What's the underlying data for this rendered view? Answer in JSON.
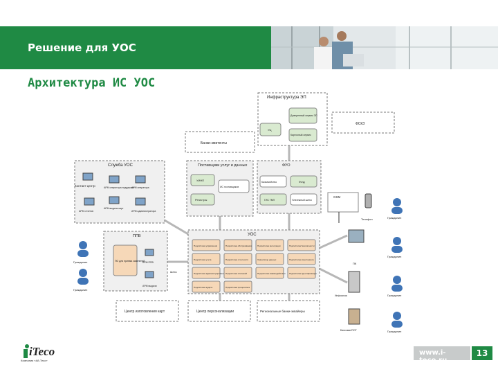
{
  "header": {
    "title": "Решение для УОС"
  },
  "subtitle": "Архитектура ИС УОС",
  "colors": {
    "accent": "#1f8a44",
    "node_green": "#d9ead0",
    "node_orange": "#f6d8b8",
    "region_gray": "#f0f0f0"
  },
  "diagram": {
    "infra": {
      "title": "Инфраструктура ЭП",
      "ca": "УЦ",
      "trusted": "Доверенный сервис ЭП",
      "card": "Карточный сервис",
      "fsk": "ФСКЗ"
    },
    "banks": {
      "title": "Банки-эмитенты"
    },
    "service": {
      "title": "Служба УОС",
      "call_center": "Контакт-центр",
      "arm_support": "АРМ оператора поддержки",
      "arm_operator": "АРМ оператора",
      "arm_reports": "АРМ отчетов",
      "arm_issue": "АРМ выдачи карт",
      "arm_admin": "АРМ администратора"
    },
    "suppliers": {
      "title": "Поставщики услуг и данных",
      "uinp": "УИНП",
      "systems": "ИС поставщиков",
      "registries": "Регистры"
    },
    "fuo": {
      "title": "ФУО",
      "treasury": "Казначейство",
      "fund": "Фонд",
      "gis": "ГИС ГМП",
      "payment": "Платежный шлюз"
    },
    "ppv": {
      "title": "ППВ",
      "app": "ПО для приема заявлений",
      "arm_op": "АРМ ППВ",
      "arm_issue": "АРМ выдачи"
    },
    "uos": {
      "title": "УОС",
      "gateway": "Шлюз",
      "blocks": [
        "Подсистема управления",
        "Подсистема обслуживания",
        "Подсистема интеграции",
        "Подсистема безопасности",
        "Подсистема учета",
        "Подсистема отчетности",
        "Хранилище данных",
        "Подсистема мониторинга",
        "Подсистема администрирования",
        "Подсистема платежей",
        "Подсистема взаимодействия",
        "Подсистема идентификации",
        "Подсистема аудита",
        "Подсистема процессинга"
      ]
    },
    "bottom": {
      "card_center": "Центр изготовления карт",
      "perso": "Центр персонализации",
      "regional": "Региональные банки-эквайеры"
    },
    "devices": {
      "gsm": "GSM",
      "phone": "Телефон",
      "pc": "ПК",
      "kiosk": "Инфокиоск",
      "atm": "Банкомат/ПОТ"
    },
    "roles": {
      "citizen": "Гражданин"
    }
  },
  "footer": {
    "logo": "iTeco",
    "tagline": "Компания «Ай-Теко»",
    "url": "www.i-teco.ru",
    "page": "13"
  }
}
